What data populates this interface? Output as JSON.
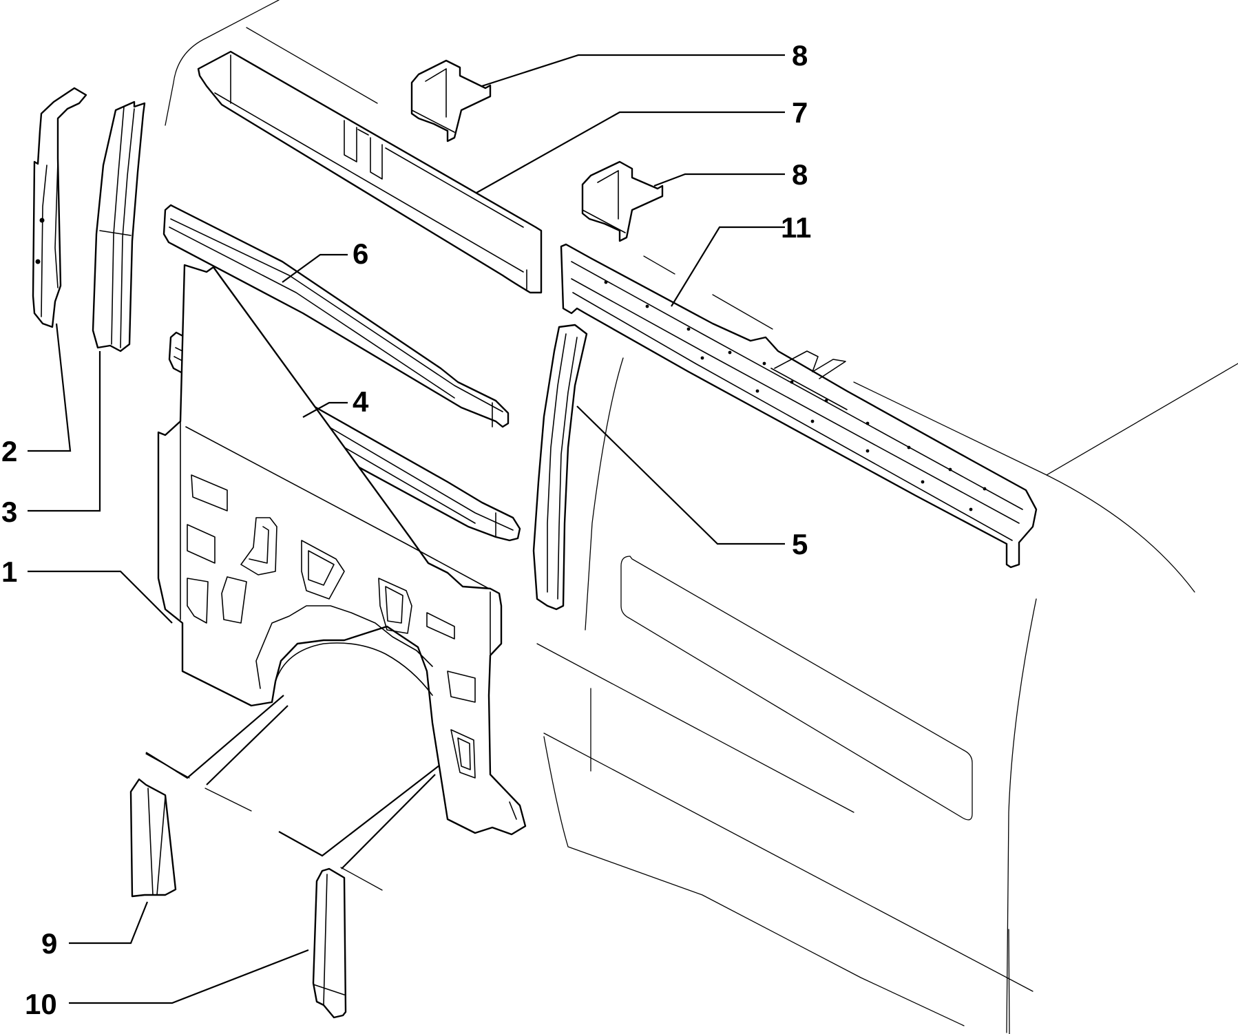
{
  "callouts": {
    "c1": "1",
    "c2": "2",
    "c3": "3",
    "c4": "4",
    "c5": "5",
    "c6": "6",
    "c7": "7",
    "c8a": "8",
    "c8b": "8",
    "c9": "9",
    "c10": "10",
    "c11": "11"
  }
}
